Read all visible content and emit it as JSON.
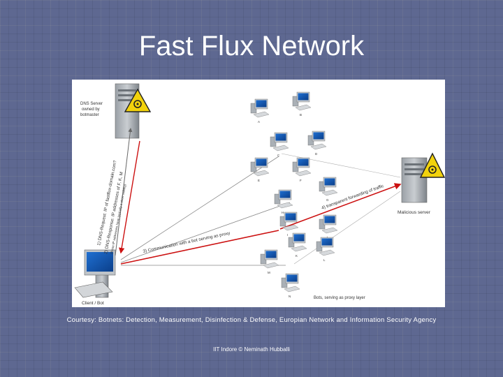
{
  "slide": {
    "title": "Fast Flux Network",
    "courtesy": "Courtesy: Botnets: Detection, Measurement, Disinfection & Defense, Europian Network and Information Security Agency",
    "footer": "IIT Indore © Neminath Hubballi"
  },
  "diagram": {
    "dns_server_label": [
      "DNS Server",
      "owned by",
      "botmaster"
    ],
    "malicious_server_label": "Malicious server",
    "client_label": "Client / Bot",
    "bots_label": "Bots, serving as proxy layer",
    "arrows": {
      "dns_request": "1) DNS-Request: IP of fastflux-domain.com?",
      "dns_response": "2) DNS-Response: IP addresses of F, K, M",
      "dns_response_note": "(these IP addresses have typically a short validity)",
      "communication": "3) Communication with a bot serving as proxy",
      "forwarding": "4) transparent forwarding of traffic"
    },
    "bot_letters": [
      "A",
      "B",
      "C",
      "D",
      "E",
      "F",
      "G",
      "H",
      "I",
      "J",
      "K",
      "L",
      "M",
      "N"
    ],
    "colors": {
      "request_arrow": "#666666",
      "response_arrow": "#cc1111",
      "hazard_yellow": "#f2d20c"
    }
  }
}
